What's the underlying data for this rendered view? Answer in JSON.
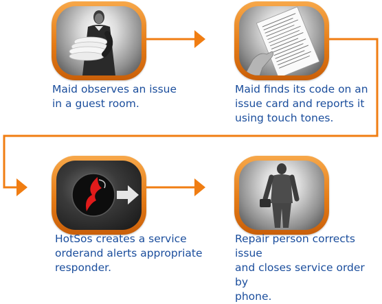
{
  "steps": [
    {
      "text": "Maid observes an issue\nin a guest room."
    },
    {
      "text": "Maid finds its code on an\nissue card and reports it\nusing touch tones."
    },
    {
      "text": "HotSos creates a service\norderand alerts appropriate\nresponder."
    },
    {
      "text": "Repair person corrects issue\nand closes service order by\nphone."
    }
  ],
  "colors": {
    "text": "#1a4d9c",
    "frame": "#e47b16",
    "arrow": "#f07d12"
  }
}
